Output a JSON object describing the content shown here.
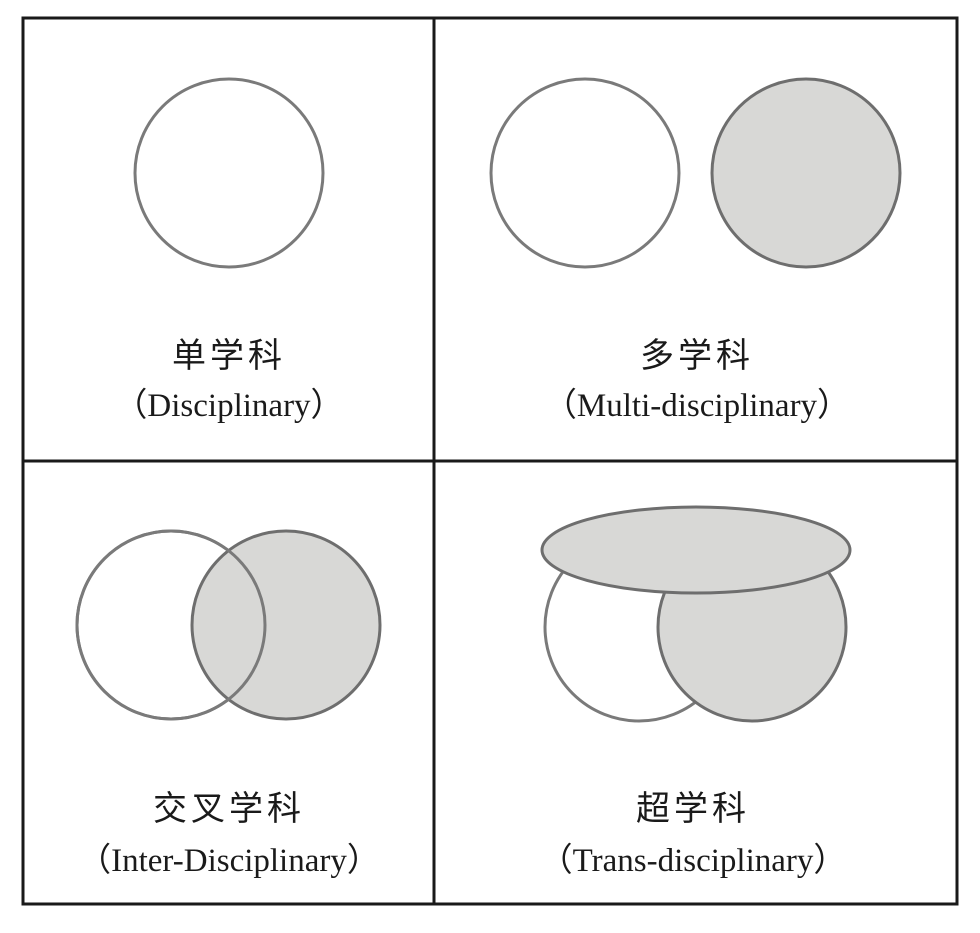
{
  "panels": [
    {
      "title_cn": "单学科",
      "title_en": "（Disciplinary）"
    },
    {
      "title_cn": "多学科",
      "title_en": "（Multi-disciplinary）"
    },
    {
      "title_cn": "交叉学科",
      "title_en": "（Inter-Disciplinary）"
    },
    {
      "title_cn": "超学科",
      "title_en": "（Trans-disciplinary）"
    }
  ],
  "colors": {
    "frame": "#1a1a1a",
    "circle_stroke": "#7a7a7a",
    "gray_fill": "#d8d8d6",
    "white_fill": "#ffffff"
  }
}
